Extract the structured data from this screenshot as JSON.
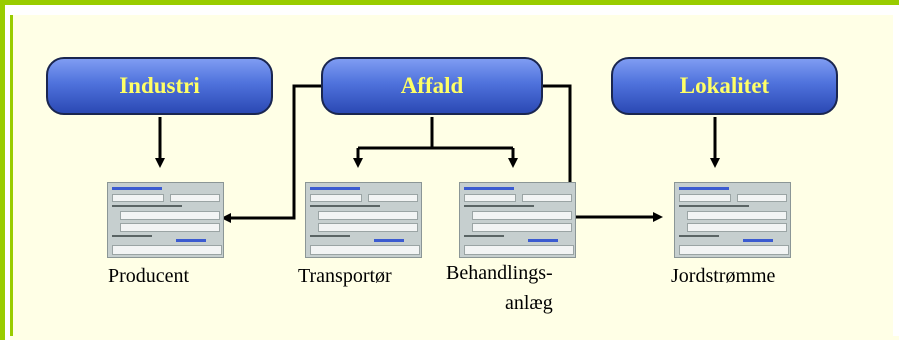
{
  "sources": {
    "industri": "Industri",
    "affald": "Affald",
    "lokalitet": "Lokalitet"
  },
  "targets": {
    "producent": "Producent",
    "transportor": "Transportør",
    "behandlingsanlaeg_line1": "Behandlings-",
    "behandlingsanlaeg_line2": "anlæg",
    "jordstromme": "Jordstrømme"
  },
  "colors": {
    "frame_border": "#99cc00",
    "panel_fill": "#ffffe6",
    "node_fill": "#4f72dc",
    "node_text": "#ffff66"
  }
}
